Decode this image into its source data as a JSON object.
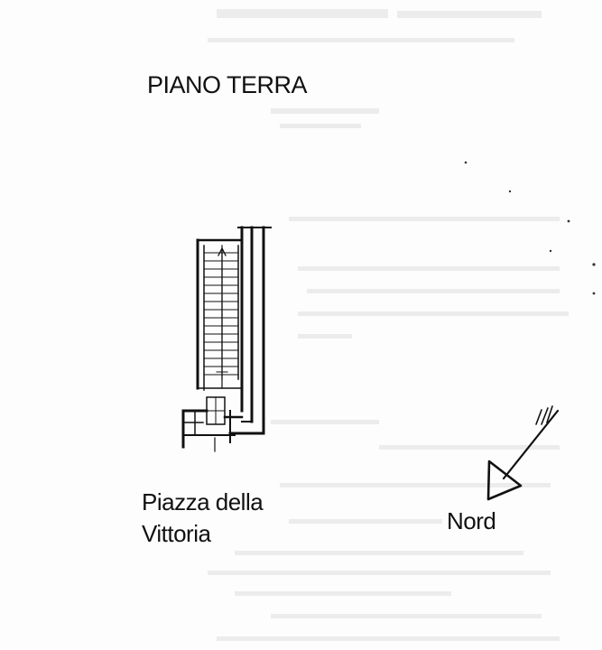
{
  "floor_title": "PIANO TERRA",
  "square_name": {
    "line1": "Piazza della",
    "line2": "Vittoria"
  },
  "north_label": "Nord",
  "colors": {
    "ink": "#111111",
    "paper": "#fdfdfd",
    "faint_text": "#e6e6e6"
  },
  "icons": {
    "north_arrow": "north-arrow-icon"
  }
}
